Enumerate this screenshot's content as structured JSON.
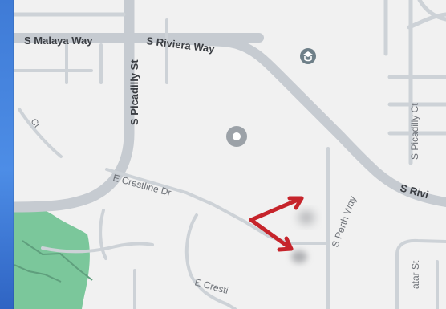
{
  "map": {
    "labels": {
      "malaya": "S Malaya Way",
      "riviera": "S Riviera Way",
      "riviera_right": "S Rivi",
      "piccadilly_st": "S Picadilly St",
      "piccadilly_ct": "S Picadilly Ct",
      "perth": "S Perth Way",
      "crestline_dr": "E Crestline Dr",
      "crestline_bottom": "E Cresti",
      "qatar": "atar St",
      "partial_ct": "Ct"
    },
    "icons": {
      "school": "graduation-cap-icon",
      "place": "location-pin-icon"
    },
    "colors": {
      "background": "#f1f1f1",
      "road": "#c6cbd1",
      "road_minor": "#cdd2d7",
      "park": "#7bc79b",
      "school_icon": "#6e7f88",
      "pin": "#9ca2a8",
      "annotation": "#c6242b",
      "blue_panel": "#3f7bd6"
    }
  }
}
